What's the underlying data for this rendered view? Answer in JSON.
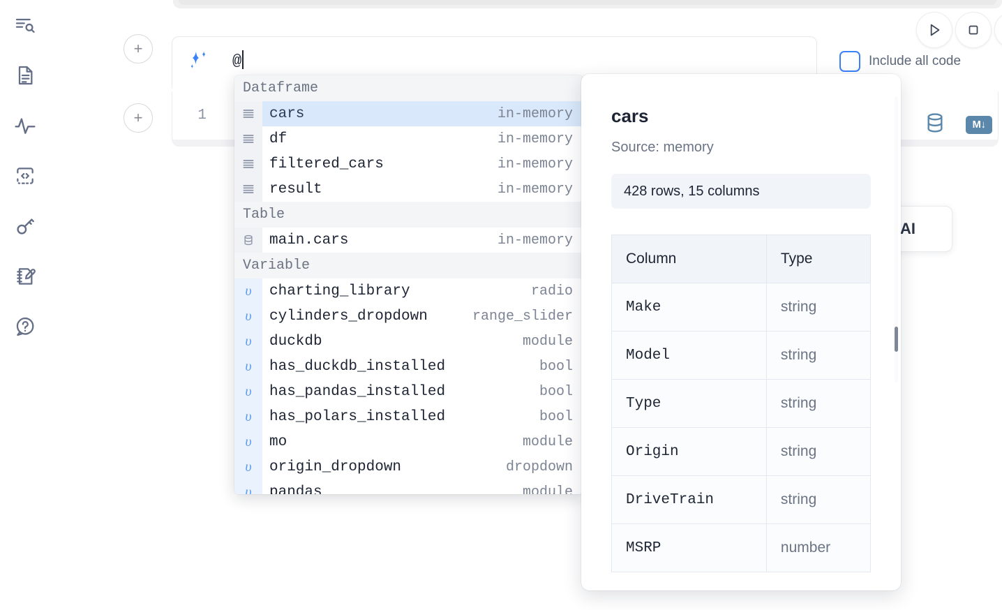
{
  "sidebar": {
    "items": [
      {
        "name": "outline-search-icon",
        "label": "Outline / Search"
      },
      {
        "name": "document-icon",
        "label": "Notebook file"
      },
      {
        "name": "activity-pulse-icon",
        "label": "Activity"
      },
      {
        "name": "code-brackets-icon",
        "label": "Snippets"
      },
      {
        "name": "key-icon",
        "label": "Secrets"
      },
      {
        "name": "notebook-edit-icon",
        "label": "Scratchpad"
      },
      {
        "name": "help-chat-icon",
        "label": "Help"
      }
    ]
  },
  "toolbar": {
    "run_label": "Run",
    "stop_label": "Stop",
    "include_all_code_label": "Include all code",
    "include_all_code_checked": false,
    "add_cell_label": "+"
  },
  "ai_prompt": {
    "icon": "sparkles-icon",
    "value": "@",
    "accent_color": "#3b82f6"
  },
  "code_cell": {
    "line_number": "1",
    "sql_icon": "database-icon",
    "markdown_badge": "M",
    "markdown_arrow": "↓"
  },
  "ai_card": {
    "label": "h AI"
  },
  "autocomplete": {
    "sections": [
      {
        "header": "Dataframe",
        "icon": "dataframe-rows-icon",
        "gutter_kind": "df",
        "rows": [
          {
            "name": "cars",
            "type": "in-memory",
            "selected": true
          },
          {
            "name": "df",
            "type": "in-memory",
            "selected": false
          },
          {
            "name": "filtered_cars",
            "type": "in-memory",
            "selected": false
          },
          {
            "name": "result",
            "type": "in-memory",
            "selected": false
          }
        ]
      },
      {
        "header": "Table",
        "icon": "database-icon",
        "gutter_kind": "table",
        "rows": [
          {
            "name": "main.cars",
            "type": "in-memory",
            "selected": false
          }
        ]
      },
      {
        "header": "Variable",
        "icon": "variable-icon",
        "gutter_kind": "var",
        "rows": [
          {
            "name": "charting_library",
            "type": "radio",
            "selected": false
          },
          {
            "name": "cylinders_dropdown",
            "type": "range_slider",
            "selected": false
          },
          {
            "name": "duckdb",
            "type": "module",
            "selected": false
          },
          {
            "name": "has_duckdb_installed",
            "type": "bool",
            "selected": false
          },
          {
            "name": "has_pandas_installed",
            "type": "bool",
            "selected": false
          },
          {
            "name": "has_polars_installed",
            "type": "bool",
            "selected": false
          },
          {
            "name": "mo",
            "type": "module",
            "selected": false
          },
          {
            "name": "origin_dropdown",
            "type": "dropdown",
            "selected": false
          },
          {
            "name": "pandas",
            "type": "module",
            "selected": false
          }
        ]
      }
    ]
  },
  "detail_panel": {
    "title": "cars",
    "source": "Source: memory",
    "shape": "428 rows, 15 columns",
    "table": {
      "headers": [
        "Column",
        "Type"
      ],
      "rows": [
        {
          "column": "Make",
          "type": "string"
        },
        {
          "column": "Model",
          "type": "string"
        },
        {
          "column": "Type",
          "type": "string"
        },
        {
          "column": "Origin",
          "type": "string"
        },
        {
          "column": "DriveTrain",
          "type": "string"
        },
        {
          "column": "MSRP",
          "type": "number"
        }
      ]
    }
  },
  "colors": {
    "accent": "#3b82f6",
    "selected_row": "#d9e8fb",
    "section_header_bg": "#f4f5f7",
    "lang_icon": "#5b87ab",
    "muted_text": "#7c8494"
  }
}
